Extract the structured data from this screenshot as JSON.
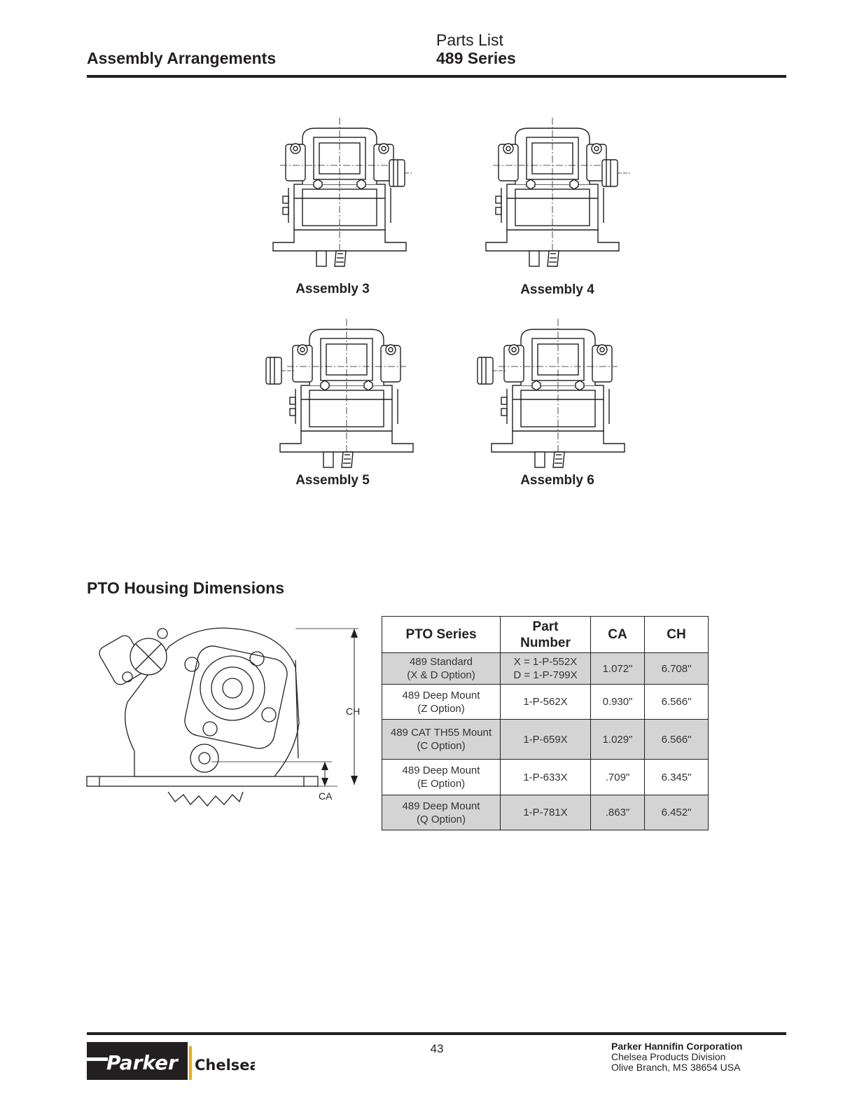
{
  "header": {
    "section": "Assembly Arrangements",
    "doc_type": "Parts List",
    "series": "489 Series"
  },
  "assemblies": [
    {
      "label": "Assembly 3"
    },
    {
      "label": "Assembly 4"
    },
    {
      "label": "Assembly 5"
    },
    {
      "label": "Assembly 6"
    }
  ],
  "dimensions": {
    "title": "PTO Housing Dimensions",
    "drawing_labels": {
      "ch": "CH",
      "ca": "CA"
    },
    "columns": [
      "PTO Series",
      "Part Number",
      "CA",
      "CH"
    ],
    "rows": [
      {
        "series_l1": "489 Standard",
        "series_l2": "(X & D Option)",
        "part_l1": "X = 1-P-552X",
        "part_l2": "D = 1-P-799X",
        "ca": "1.072\"",
        "ch": "6.708\""
      },
      {
        "series_l1": "489 Deep Mount",
        "series_l2": "(Z Option)",
        "part_l1": "1-P-562X",
        "part_l2": "",
        "ca": "0.930\"",
        "ch": "6.566\""
      },
      {
        "series_l1": "489 CAT TH55 Mount",
        "series_l2": "(C Option)",
        "part_l1": "1-P-659X",
        "part_l2": "",
        "ca": "1.029\"",
        "ch": "6.566\""
      },
      {
        "series_l1": "489 Deep Mount",
        "series_l2": "(E Option)",
        "part_l1": "1-P-633X",
        "part_l2": "",
        "ca": ".709\"",
        "ch": "6.345\""
      },
      {
        "series_l1": "489 Deep Mount",
        "series_l2": "(Q Option)",
        "part_l1": "1-P-781X",
        "part_l2": "",
        "ca": ".863\"",
        "ch": "6.452\""
      }
    ]
  },
  "footer": {
    "page_number": "43",
    "company": "Parker Hannifin Corporation",
    "division": "Chelsea Products Division",
    "address": "Olive Branch, MS 38654  USA",
    "logo_parker": "Parker",
    "logo_chelsea": "Chelsea"
  }
}
